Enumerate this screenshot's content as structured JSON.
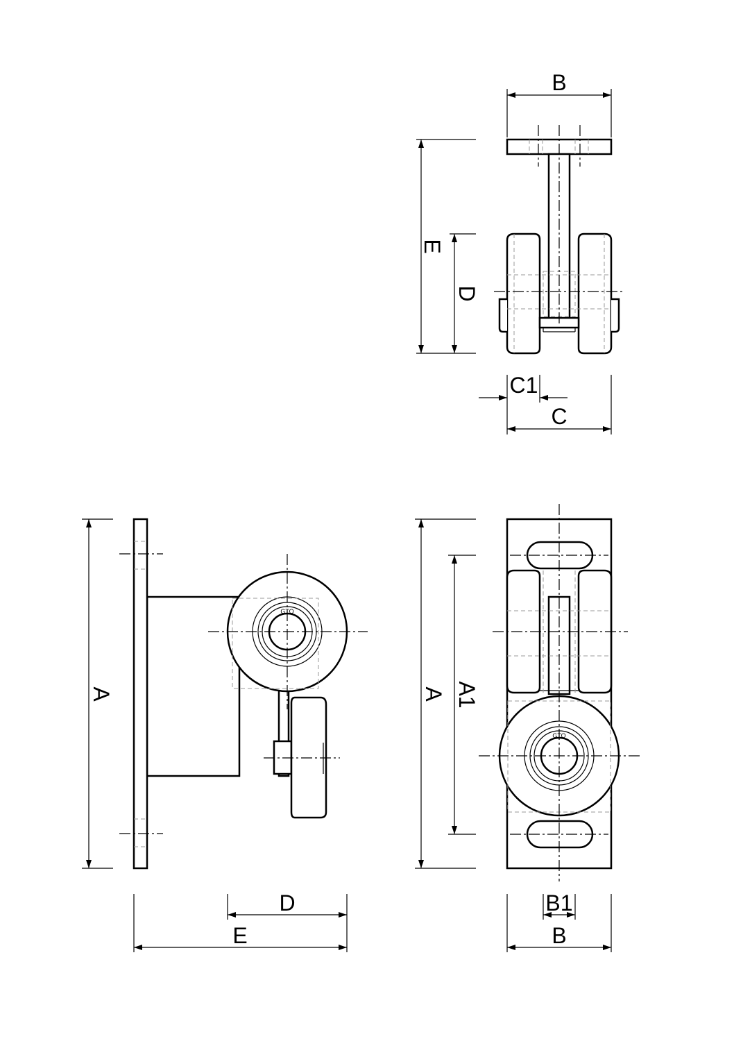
{
  "drawing": {
    "end_view": {
      "labels": {
        "B": "B",
        "E": "E",
        "D": "D",
        "C1": "C1",
        "C": "C"
      }
    },
    "side_view": {
      "labels": {
        "A": "A",
        "D": "D",
        "E": "E"
      }
    },
    "front_view": {
      "labels": {
        "A": "A",
        "A1": "A1",
        "B1": "B1",
        "B": "B"
      }
    },
    "bearing_marking": "GTO"
  }
}
